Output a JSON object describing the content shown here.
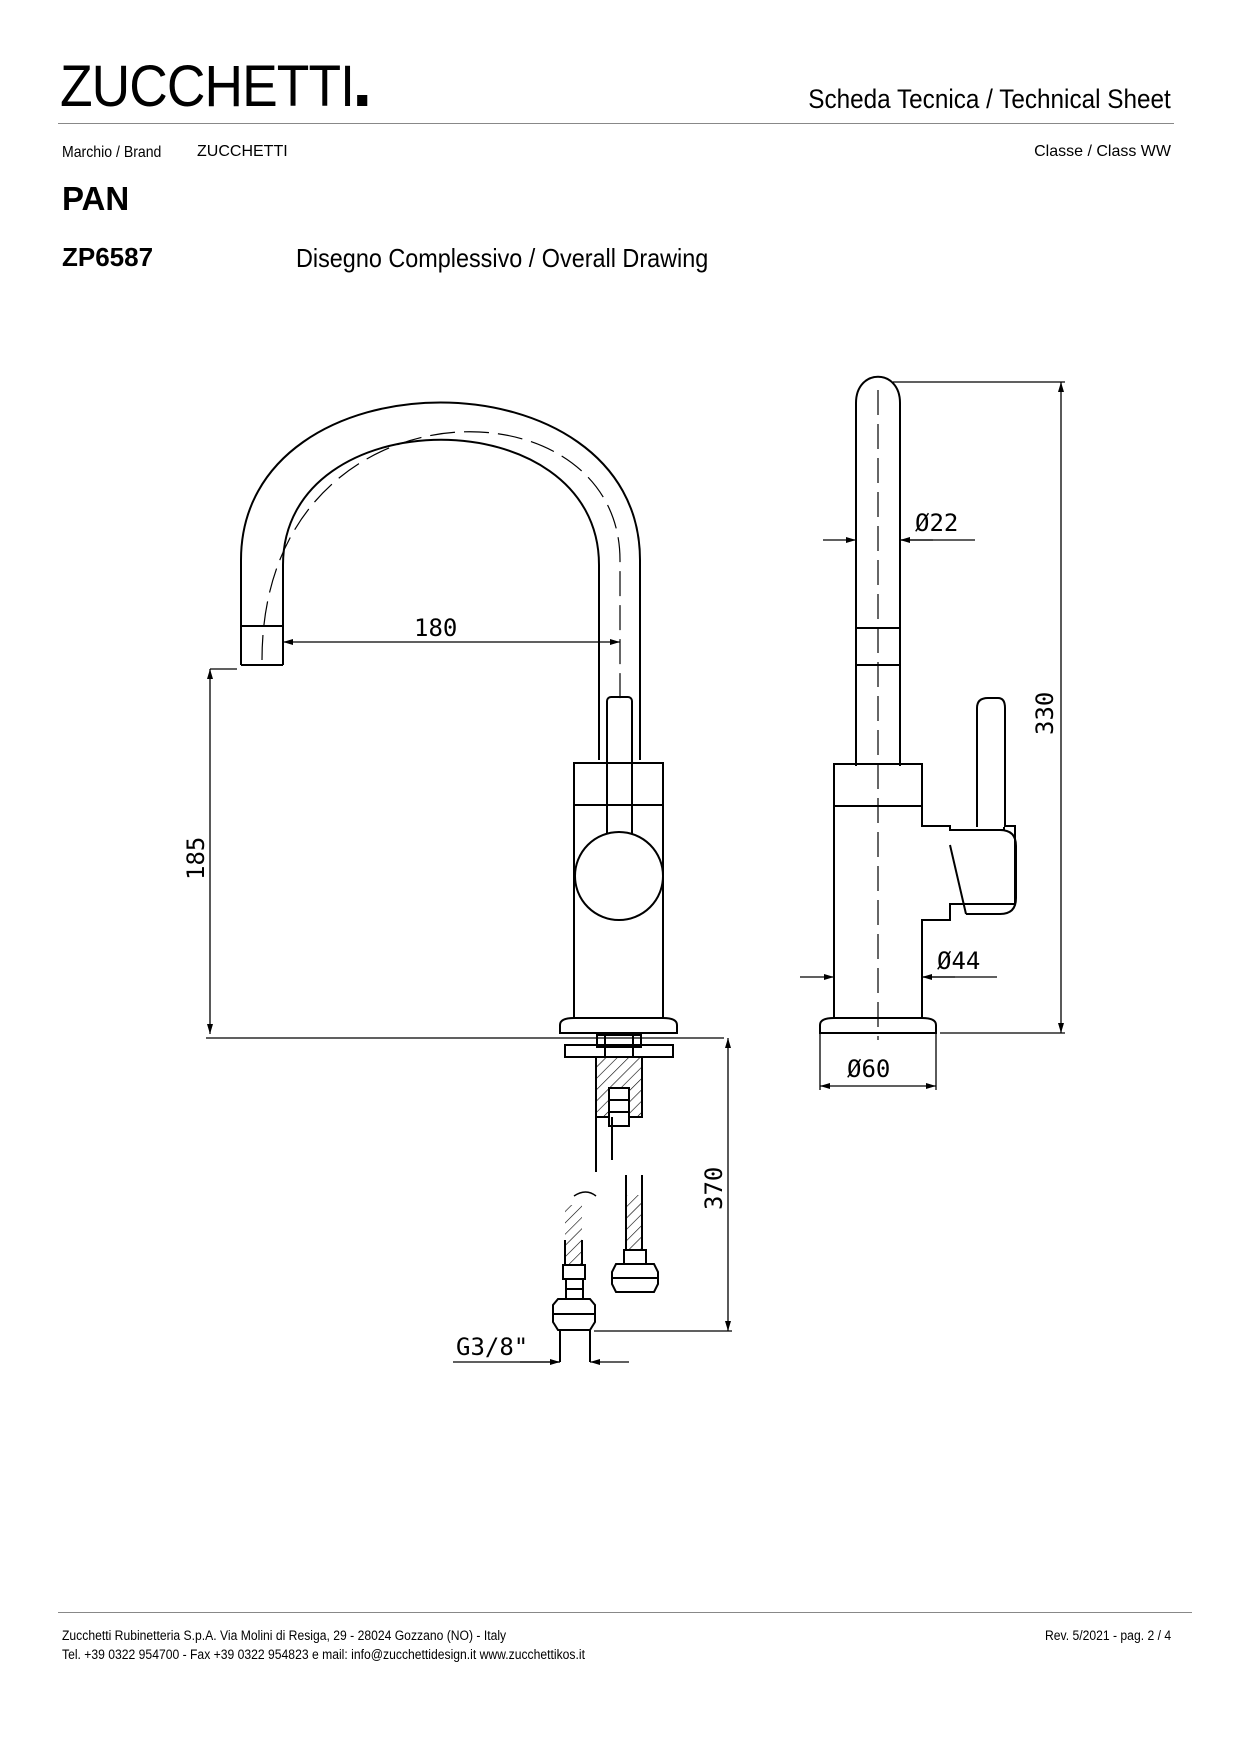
{
  "header": {
    "logo": "ZUCCHETTI",
    "sheet_title": "Scheda Tecnica / Technical Sheet",
    "brand_label": "Marchio / Brand",
    "brand_value": "ZUCCHETTI",
    "class_label": "Classe / Class  WW",
    "product_name": "PAN",
    "product_code": "ZP6587",
    "drawing_title": "Disegno Complessivo / Overall Drawing"
  },
  "drawing": {
    "dim_spout_reach": "180",
    "dim_spout_height": "185",
    "dim_total_height": "330",
    "dim_hose_length": "370",
    "dim_spout_diameter": "Ø22",
    "dim_body_diameter": "Ø44",
    "dim_base_diameter": "Ø60",
    "dim_connection": "G3/8\""
  },
  "footer": {
    "address": "Zucchetti Rubinetteria S.p.A. Via Molini di Resiga, 29 - 28024 Gozzano (NO) - Italy",
    "contacts": "Tel. +39 0322 954700 - Fax +39 0322 954823 e mail: info@zucchettidesign.it www.zucchettikos.it",
    "revision": "Rev. 5/2021 - pag. 2 / 4"
  }
}
